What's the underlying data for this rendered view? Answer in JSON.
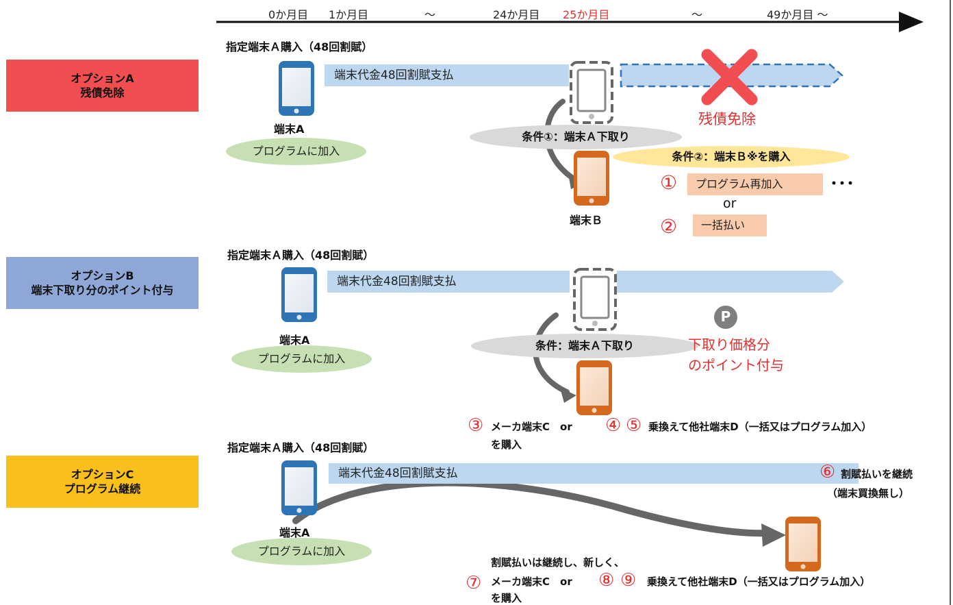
{
  "timeline": {
    "labels": [
      "0か月目",
      "1か月目",
      "～",
      "24か月目",
      "25か月目",
      "～",
      "49か月目 ～"
    ]
  },
  "options": [
    {
      "line1": "オプションA",
      "line2": "残債免除"
    },
    {
      "line1": "オプションB",
      "line2": "端末下取り分のポイント付与"
    },
    {
      "line1": "オプションC",
      "line2": "プログラム継続"
    }
  ],
  "heading": "指定端末Ａ購入（48回割賦）",
  "payment": "端末代金48回割賦支払",
  "device_a": "端末A",
  "program_join": "プログラムに加入",
  "sectionA": {
    "condition1": "条件①：端末Ａ下取り",
    "condition2": "条件②：端末Ｂ※を購入",
    "debt_waived": "残債免除",
    "device_b": "端末Ｂ",
    "n1": "①",
    "choice1": "プログラム再加入",
    "or": "or",
    "n2": "②",
    "choice2": "一括払い",
    "dots": "･･･"
  },
  "sectionB": {
    "condition": "条件：端末Ａ下取り",
    "points_icon": "P",
    "points_line1": "下取り価格分",
    "points_line2": "のポイント付与",
    "n3": "③",
    "maker_c": "メーカ端末C　or",
    "buy": "を購入",
    "n4": "④",
    "n5": "⑤",
    "switch": "乗換えて他社端末D（一括又はプログラム加入）"
  },
  "sectionC": {
    "n6": "⑥",
    "continue_installments": "割賦払いを継続",
    "no_replace": "（端末買換無し）",
    "note": "割賦払いは継続し、新しく、",
    "n7": "⑦",
    "maker_c": "メーカ端末C　or",
    "n8": "⑧",
    "n9": "⑨",
    "switch": "乗換えて他社端末D（一括又はプログラム加入）",
    "buy": "を購入"
  },
  "colors": {
    "optionA": "#f04e50",
    "optionB": "#8fa7d6",
    "optionC": "#f9bf1a",
    "payband": "#bcd7ef",
    "accent_red": "#e03030"
  }
}
